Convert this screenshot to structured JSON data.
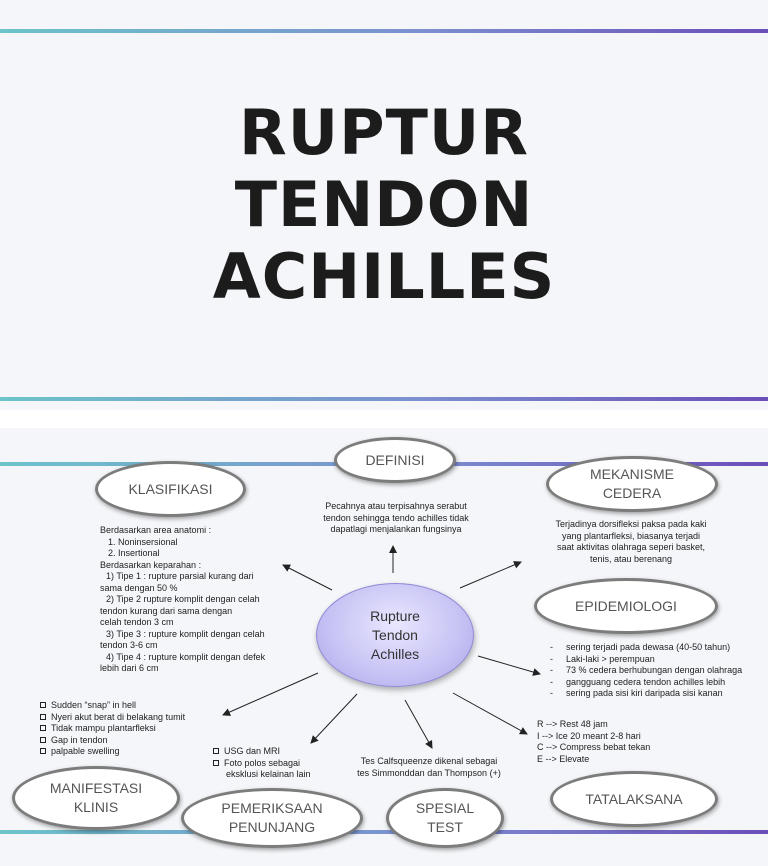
{
  "title_slide": {
    "lines": [
      "RUPTUR",
      "TENDON",
      "ACHILLES"
    ]
  },
  "mindmap": {
    "center": [
      "Rupture",
      "Tendon",
      "Achilles"
    ],
    "definisi": {
      "label": "DEFINISI",
      "text": [
        "Pecahnya atau terpisahnya serabut",
        "tendon sehingga tendo achilles tidak",
        "dapatlagi menjalankan fungsinya"
      ]
    },
    "klasifikasi": {
      "label": "KLASIFIKASI",
      "text": [
        "Berdasarkan area anatomi :",
        "1. Noninsersional",
        "2. Insertional",
        "Berdasarkan keparahan :",
        "1) Tipe 1 : rupture parsial kurang dari",
        "sama dengan 50 %",
        "2) Tipe 2 rupture komplit dengan celah",
        "tendon kurang dari sama dengan",
        "celah tendon 3 cm",
        "3) Tipe 3 : rupture komplit dengan celah",
        "tendon 3-6 cm",
        "4) Tipe 4 : rupture komplit dengan defek",
        "lebih dari 6 cm"
      ]
    },
    "mekanisme": {
      "label": [
        "MEKANISME",
        "CEDERA"
      ],
      "text": [
        "Terjadinya dorsifleksi paksa pada kaki",
        "yang plantarfleksi, biasanya terjadi",
        "saat aktivitas olahraga seperi basket,",
        "tenis, atau berenang"
      ]
    },
    "epidemiologi": {
      "label": "EPIDEMIOLOGI",
      "items": [
        "sering terjadi pada dewasa (40-50 tahun)",
        "Laki-laki > perempuan",
        "73 % cedera berhubungan dengan olahraga",
        "gangguang cedera tendon achilles lebih",
        "sering pada sisi kiri daripada sisi kanan"
      ]
    },
    "manifestasi": {
      "label": [
        "MANIFESTASI",
        "KLINIS"
      ],
      "items": [
        "Sudden “snap” in hell",
        "Nyeri akut berat di belakang tumit",
        "Tidak mampu plantarfleksi",
        "Gap in tendon",
        "palpable swelling"
      ]
    },
    "pemeriksaan": {
      "label": [
        "PEMERIKSAAN",
        "PENUNJANG"
      ],
      "items": [
        "USG dan MRI",
        "Foto polos sebagai"
      ],
      "cont": "eksklusi kelainan lain"
    },
    "spesial": {
      "label": [
        "SPESIAL",
        "TEST"
      ],
      "text": [
        "Tes  Calfsqueenze  dikenal  sebagai",
        "tes Simmonddan dan Thompson (+)"
      ]
    },
    "tatalaksana": {
      "label": "TATALAKSANA",
      "text": [
        "R --> Rest 48 jam",
        "I --> Ice 20 meant 2-8 hari",
        "C --> Compress bebat tekan",
        "E --> Elevate"
      ]
    }
  }
}
